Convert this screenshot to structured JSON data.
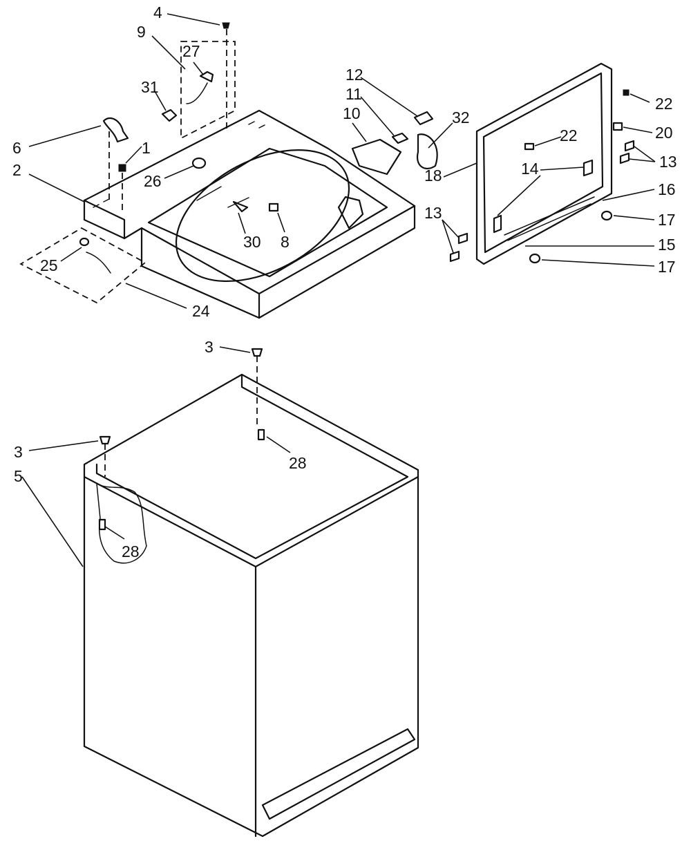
{
  "callouts": [
    {
      "id": "lbl-4",
      "text": "4"
    },
    {
      "id": "lbl-9",
      "text": "9"
    },
    {
      "id": "lbl-27",
      "text": "27"
    },
    {
      "id": "lbl-31",
      "text": "31"
    },
    {
      "id": "lbl-6",
      "text": "6"
    },
    {
      "id": "lbl-1",
      "text": "1"
    },
    {
      "id": "lbl-2",
      "text": "2"
    },
    {
      "id": "lbl-26",
      "text": "26"
    },
    {
      "id": "lbl-30",
      "text": "30"
    },
    {
      "id": "lbl-8",
      "text": "8"
    },
    {
      "id": "lbl-25",
      "text": "25"
    },
    {
      "id": "lbl-24",
      "text": "24"
    },
    {
      "id": "lbl-12",
      "text": "12"
    },
    {
      "id": "lbl-11",
      "text": "11"
    },
    {
      "id": "lbl-10",
      "text": "10"
    },
    {
      "id": "lbl-32",
      "text": "32"
    },
    {
      "id": "lbl-22a",
      "text": "22"
    },
    {
      "id": "lbl-22b",
      "text": "22"
    },
    {
      "id": "lbl-20",
      "text": "20"
    },
    {
      "id": "lbl-13a",
      "text": "13"
    },
    {
      "id": "lbl-14",
      "text": "14"
    },
    {
      "id": "lbl-18",
      "text": "18"
    },
    {
      "id": "lbl-16",
      "text": "16"
    },
    {
      "id": "lbl-13b",
      "text": "13"
    },
    {
      "id": "lbl-17a",
      "text": "17"
    },
    {
      "id": "lbl-15",
      "text": "15"
    },
    {
      "id": "lbl-17b",
      "text": "17"
    },
    {
      "id": "lbl-3a",
      "text": "3"
    },
    {
      "id": "lbl-28a",
      "text": "28"
    },
    {
      "id": "lbl-3b",
      "text": "3"
    },
    {
      "id": "lbl-5",
      "text": "5"
    },
    {
      "id": "lbl-28b",
      "text": "28"
    }
  ]
}
